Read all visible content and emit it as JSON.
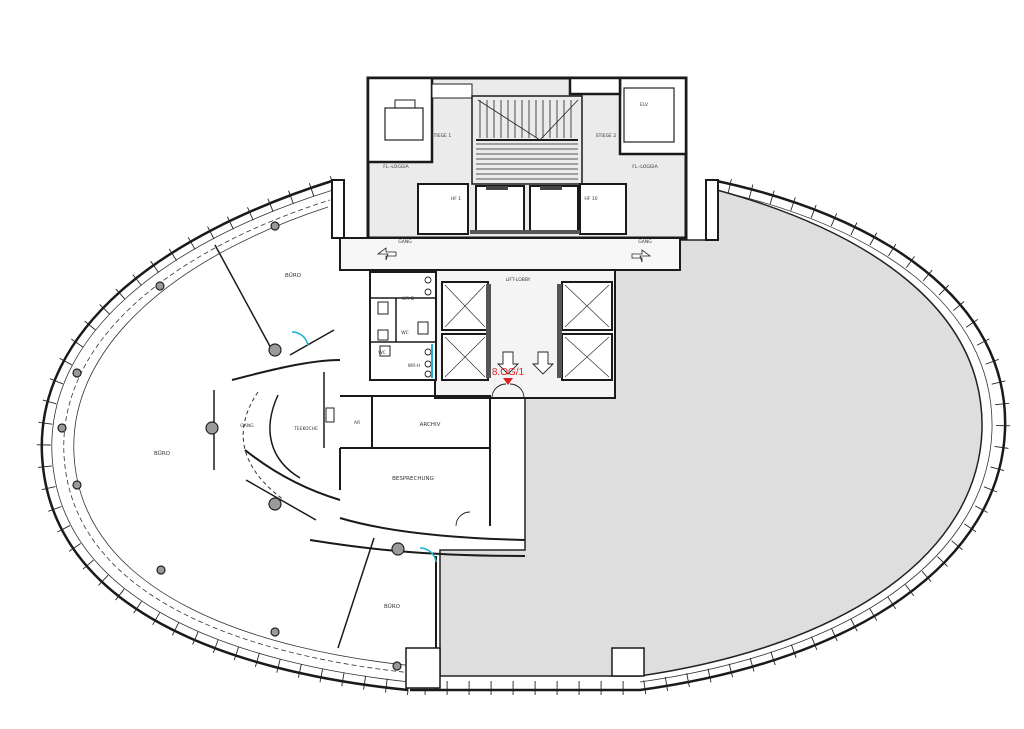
{
  "plan": {
    "floor_marker": "8.OG/1",
    "colors": {
      "shaded_area": "#dedede",
      "marker": "#e02020",
      "door_accent": "#1ab0d8",
      "wall": "#1a1a1a"
    },
    "rooms": {
      "buero_north": "BÜRO",
      "buero_west": "BÜRO",
      "buero_south": "BÜRO",
      "gang_west": "GANG",
      "teekueche": "TEEKÜCHE",
      "ar": "AR",
      "archiv": "ARCHIV",
      "besprechung": "BESPRECHUNG",
      "wr_d": "WR-D",
      "wr_h": "WR-H",
      "wc_1": "WC",
      "wc_2": "WC",
      "lift_lobby": "LIFT-LOBBY",
      "stiege_1": "STIEGE 1",
      "stiege_2": "STIEGE 2",
      "fl_loggia_1": "FL.-LOGGIA",
      "fl_loggia_2": "FL.-LOGGIA",
      "gang_core_left": "GANG",
      "gang_core_right": "GANG",
      "hf_1": "HF 1",
      "hf_10": "HF 10",
      "elv": "ELV"
    }
  }
}
